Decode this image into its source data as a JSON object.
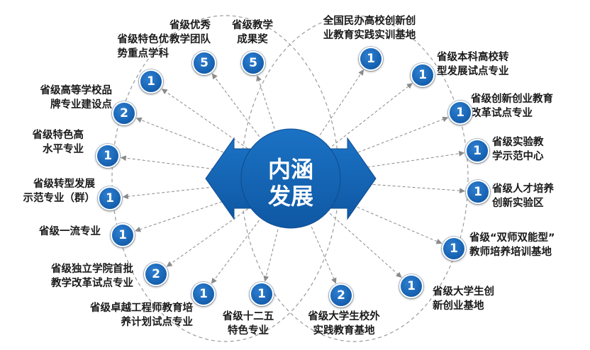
{
  "center": {
    "line1": "内涵",
    "line2": "发展"
  },
  "colors": {
    "accent": "#1864b4",
    "line": "#8a8a8a",
    "text": "#1a1a1a"
  },
  "left_items": [
    {
      "lines": [
        "省级特色优",
        "势重点学科"
      ],
      "count": "1"
    },
    {
      "lines": [
        "省级高等学校品",
        "牌专业建设点"
      ],
      "count": "2"
    },
    {
      "lines": [
        "省级特色高",
        "水平专业"
      ],
      "count": "1"
    },
    {
      "lines": [
        "省级转型发展",
        "示范专业（群）"
      ],
      "count": "1"
    },
    {
      "lines": [
        "省级一流专业"
      ],
      "count": "1"
    },
    {
      "lines": [
        "省级独立学院首批",
        "教学改革试点专业"
      ],
      "count": "2"
    },
    {
      "lines": [
        "省级卓越工程师教育培",
        "养计划试点专业"
      ],
      "count": "1"
    }
  ],
  "top_items": [
    {
      "lines": [
        "省级优秀",
        "教学团队"
      ],
      "count": "5"
    },
    {
      "lines": [
        "省级教学",
        "成果奖"
      ],
      "count": "5"
    }
  ],
  "bottom_items": [
    {
      "lines": [
        "省级十二五",
        "特色专业"
      ],
      "count": "1"
    },
    {
      "lines": [
        "省级大学生校外",
        "实践教育基地"
      ],
      "count": "2"
    }
  ],
  "right_items": [
    {
      "lines": [
        "全国民办高校创新创",
        "业教育实践实训基地"
      ],
      "count": "1"
    },
    {
      "lines": [
        "省级本科高校转",
        "型发展试点专业"
      ],
      "count": "1"
    },
    {
      "lines": [
        "省级创新创业教育",
        "改革试点专业"
      ],
      "count": "1"
    },
    {
      "lines": [
        "省级实验教",
        "学示范中心"
      ],
      "count": "1"
    },
    {
      "lines": [
        "省级人才培养",
        "创新实验区"
      ],
      "count": "1"
    },
    {
      "lines": [
        "省级“双师双能型”",
        "教师培养培训基地"
      ],
      "count": "1"
    },
    {
      "lines": [
        "省级大学生创",
        "新创业基地"
      ],
      "count": "1"
    }
  ]
}
